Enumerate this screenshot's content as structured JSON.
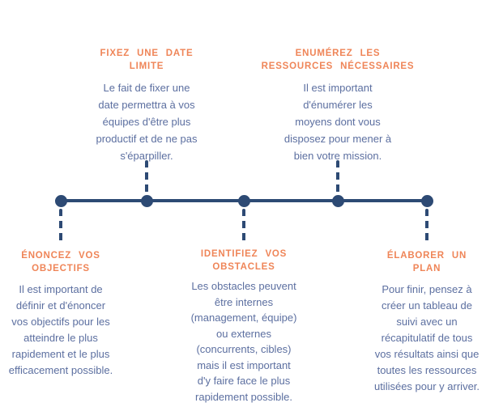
{
  "diagram": {
    "type": "timeline",
    "colors": {
      "timeline_navy": "#2d4a74",
      "heading_orange": "#ef8558",
      "body_slate_blue": "#5c6fa0",
      "background": "#ffffff"
    },
    "milestones": [
      {
        "index": 1,
        "position": "below",
        "heading": "ÉNONCEZ  VOS\nOBJECTIFS",
        "body": "Il est important de\ndéfinir et d'énoncer\nvos objectifs pour les\natteindre le plus\nrapidement et le plus\nefficacement possible."
      },
      {
        "index": 2,
        "position": "above",
        "heading": "FIXEZ  UNE  DATE\nLIMITE",
        "body": "Le fait de fixer une\ndate permettra à vos\néquipes d'être plus\nproductif et de ne pas\ns'éparpiller."
      },
      {
        "index": 3,
        "position": "below",
        "heading": "IDENTIFIEZ  VOS\nOBSTACLES",
        "body": "Les obstacles peuvent\nêtre internes\n(management, équipe)\nou externes\n(concurrents, cibles)\nmais il est important\nd'y faire face le plus\nrapidement possible."
      },
      {
        "index": 4,
        "position": "above",
        "heading": "ENUMÉREZ  LES\nRESSOURCES  NÉCESSAIRES",
        "body": "Il est important\nd'énumérer les\nmoyens dont vous\ndisposez pour mener à\nbien votre mission."
      },
      {
        "index": 5,
        "position": "below",
        "heading": "ÉLABORER  UN\nPLAN",
        "body": "Pour finir, pensez à\ncréer un tableau de\nsuivi avec un\nrécapitulatif de tous\nvos résultats ainsi que\ntoutes les ressources\nutilisées pour y arriver."
      }
    ]
  }
}
